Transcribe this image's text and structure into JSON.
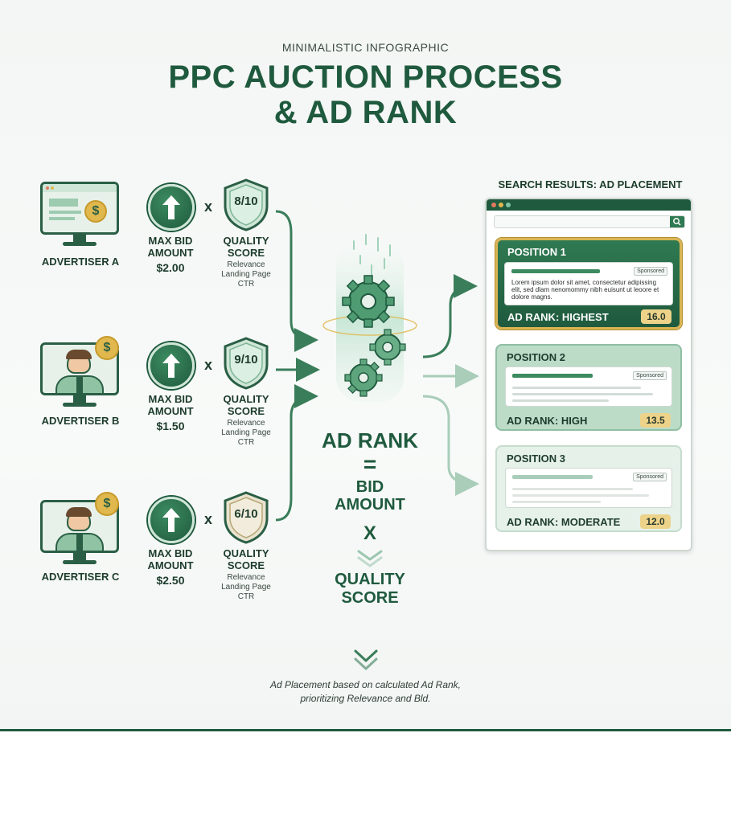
{
  "header": {
    "subtitle": "MINIMALISTIC INFOGRAPHIC",
    "title_line1": "PPC AUCTION PROCESS",
    "title_line2": "& AD RANK"
  },
  "advertisers": [
    {
      "name": "ADVERTISER A",
      "icon": "computer-monitor-dollar-icon",
      "bid_label_line1": "MAX BID",
      "bid_label_line2": "AMOUNT",
      "bid_amount": "$2.00",
      "quality_score": "8/10",
      "qs_label_line1": "QUALITY",
      "qs_label_line2": "SCORE",
      "qs_factors": [
        "Relevance",
        "Landing Page",
        "CTR"
      ]
    },
    {
      "name": "ADVERTISER B",
      "icon": "businessman-dollar-icon",
      "bid_label_line1": "MAX BID",
      "bid_label_line2": "AMOUNT",
      "bid_amount": "$1.50",
      "quality_score": "9/10",
      "qs_label_line1": "QUALITY",
      "qs_label_line2": "SCORE",
      "qs_factors": [
        "Relevance",
        "Landing Page",
        "CTR"
      ]
    },
    {
      "name": "ADVERTISER C",
      "icon": "businessman-dollar-icon",
      "bid_label_line1": "MAX BID",
      "bid_label_line2": "AMOUNT",
      "bid_amount": "$2.50",
      "quality_score": "6/10",
      "qs_label_line1": "QUALITY",
      "qs_label_line2": "SCORE",
      "qs_factors": [
        "Relevance",
        "Landing Page",
        "CTR"
      ]
    }
  ],
  "times_symbol": "x",
  "coin_symbol": "$",
  "formula": {
    "line1": "AD RANK",
    "equals": "=",
    "bid_line1": "BID",
    "bid_line2": "AMOUNT",
    "times": "X",
    "qs_line1": "QUALITY",
    "qs_line2": "SCORE"
  },
  "search_results": {
    "title": "SEARCH RESULTS: AD PLACEMENT",
    "positions": [
      {
        "position": "POSITION 1",
        "sponsored": "Sponsored",
        "ad_text": "Lorem ipsum dolor sit amet, consectetur adipissing elit, sed dlam nenomommy nibh euisunt ut leoore et dolore magns.",
        "rank_label": "AD RANK: HIGHEST",
        "rank_value": "16.0"
      },
      {
        "position": "POSITION 2",
        "sponsored": "Sponsored",
        "rank_label": "AD RANK: HIGH",
        "rank_value": "13.5"
      },
      {
        "position": "POSITION 3",
        "sponsored": "Sponsored",
        "rank_label": "AD RANK: MODERATE",
        "rank_value": "12.0"
      }
    ]
  },
  "caption": {
    "line1": "Ad Placement based on calculated Ad Rank,",
    "line2": "prioritizing Relevance and Bld."
  },
  "colors": {
    "primary_green": "#1f5a3e",
    "accent_gold": "#e0b84e",
    "badge_gold": "#edd389",
    "light_green": "#cfe6d7"
  }
}
